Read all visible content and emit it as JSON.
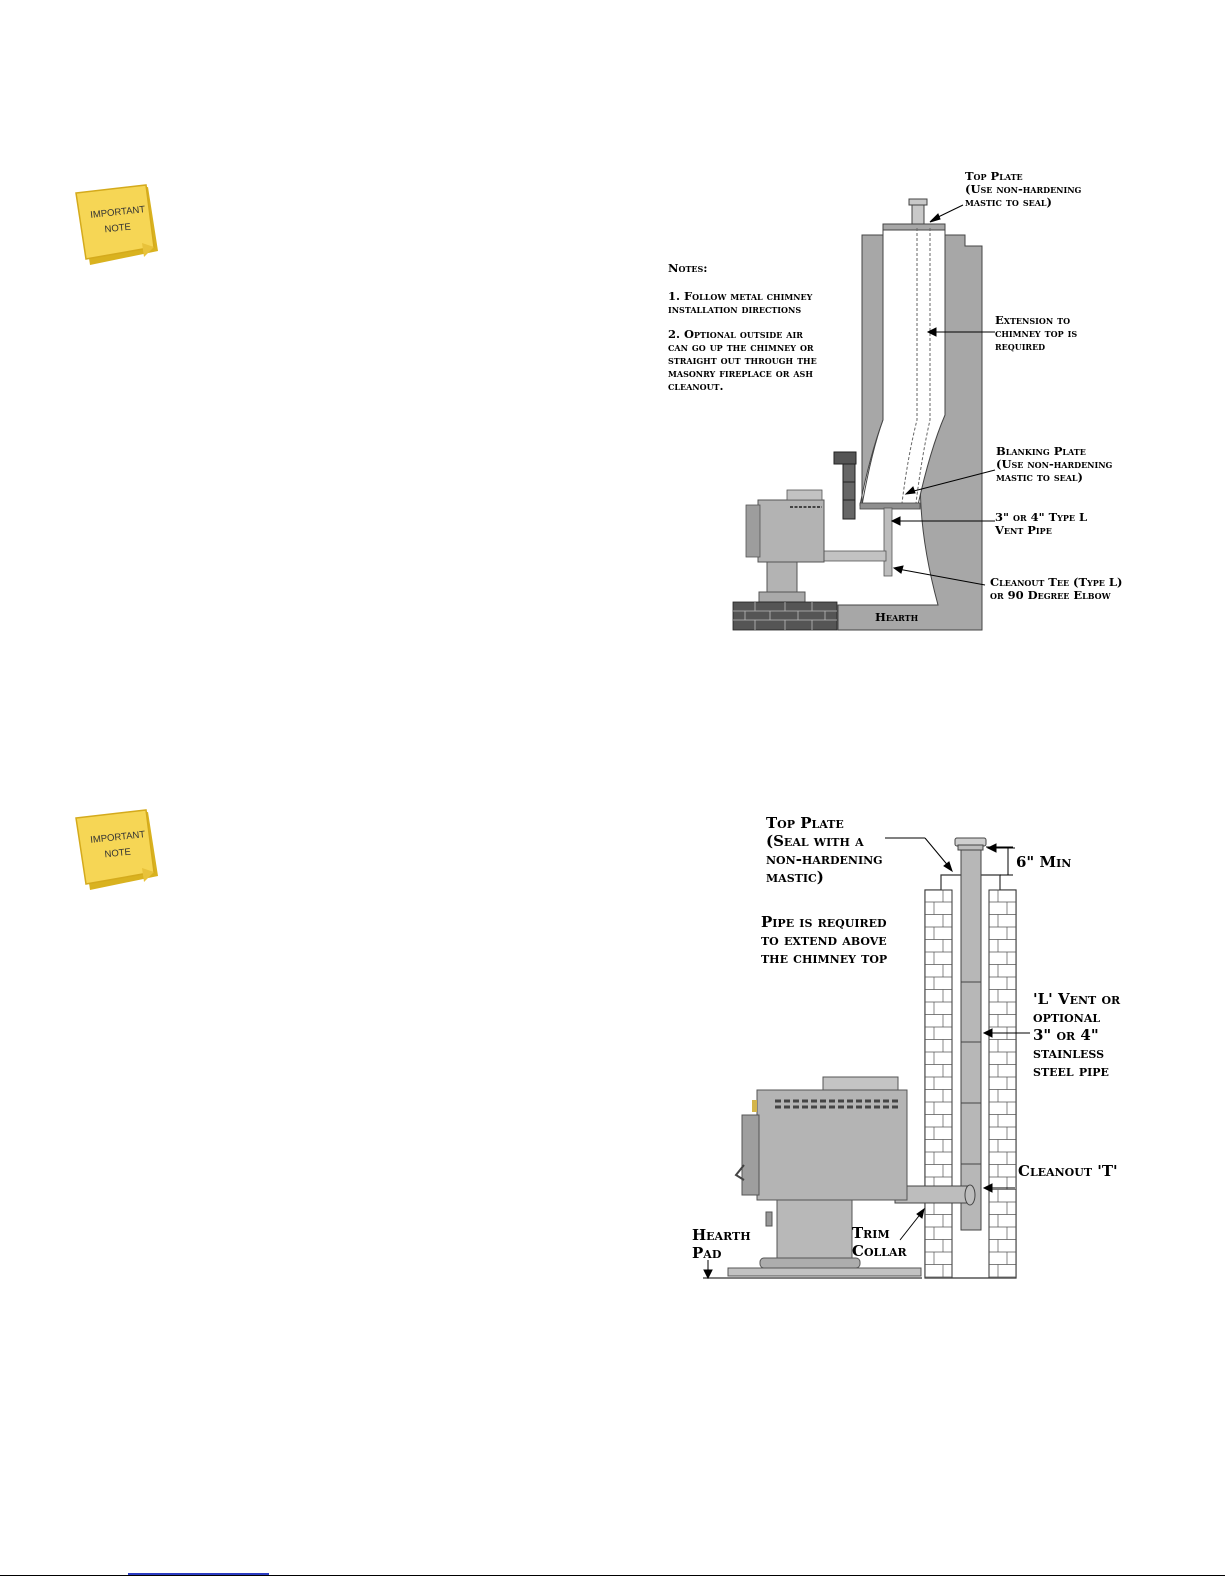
{
  "notes": [
    {
      "line1": "IMPORTANT",
      "line2": "NOTE"
    },
    {
      "line1": "IMPORTANT",
      "line2": "NOTE"
    }
  ],
  "figure1": {
    "top_plate": [
      "Top Plate",
      "(Use non-hardening",
      "mastic to seal)"
    ],
    "notes_heading": "Notes:",
    "note1": [
      "1.  Follow metal chimney",
      "installation directions"
    ],
    "note2": [
      "2.  Optional outside air",
      "can go up the chimney or",
      "straight out through the",
      "masonry fireplace or ash",
      "cleanout."
    ],
    "extension": [
      "Extension to",
      "chimney top is",
      "required"
    ],
    "blanking_plate": [
      "Blanking Plate",
      "(Use non-hardening",
      "mastic to seal)"
    ],
    "vent_pipe": [
      "3\" or 4\" Type L",
      "Vent Pipe"
    ],
    "cleanout_tee": [
      "Cleanout Tee (Type L)",
      "or 90 Degree Elbow"
    ],
    "hearth": "Hearth"
  },
  "figure2": {
    "top_plate": [
      "Top Plate",
      "(Seal with a",
      "non-hardening",
      "mastic)"
    ],
    "six_min": "6\" Min",
    "pipe_required": [
      "Pipe is required",
      "to extend above",
      "the chimney top"
    ],
    "l_vent": [
      "'L' Vent or",
      "optional",
      "3\" or 4\"",
      "stainless",
      "steel pipe"
    ],
    "cleanout_t": "Cleanout 'T'",
    "hearth_pad": [
      "Hearth",
      "Pad"
    ],
    "trim_collar": [
      "Trim",
      "Collar"
    ]
  },
  "colors": {
    "note_yellow": "#f6d655",
    "masonry_gray": "#a9a9a9",
    "pipe_gray": "#b9b9b9",
    "footer_link": "#2b3cc2"
  }
}
